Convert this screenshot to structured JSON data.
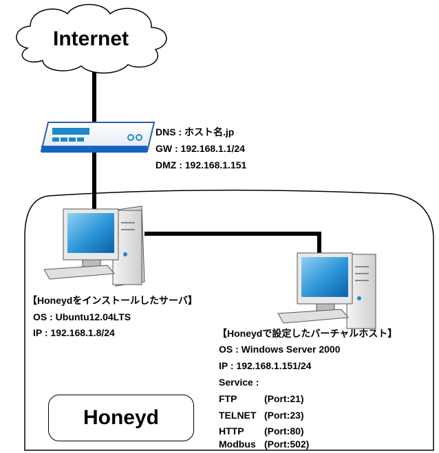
{
  "internet": {
    "label": "Internet"
  },
  "router": {
    "dns_label": "DNS : ",
    "dns_value": "ホスト名.jp",
    "gw": "GW : 192.168.1.1/24",
    "dmz": "DMZ : 192.168.1.151"
  },
  "server": {
    "title": "【Honeydをインストールしたサーバ】",
    "os": "OS : Ubuntu12.04LTS",
    "ip": "IP : 192.168.1.8/24"
  },
  "virtual_host": {
    "title": "【Honeydで設定したバーチャルホスト】",
    "os": "OS : Windows Server 2000",
    "ip": "IP : 192.168.1.151/24",
    "service_label": "Service :",
    "services": [
      {
        "name": "FTP",
        "port": "(Port:21)"
      },
      {
        "name": "TELNET",
        "port": "(Port:23)"
      },
      {
        "name": "HTTP",
        "port": "(Port:80)"
      },
      {
        "name": "Modbus",
        "port": "(Port:502)"
      }
    ]
  },
  "honeyd_box": {
    "label": "Honeyd"
  },
  "colors": {
    "screen": "#1e88c8",
    "router_stripe": "#1565c0",
    "line": "#000000"
  }
}
